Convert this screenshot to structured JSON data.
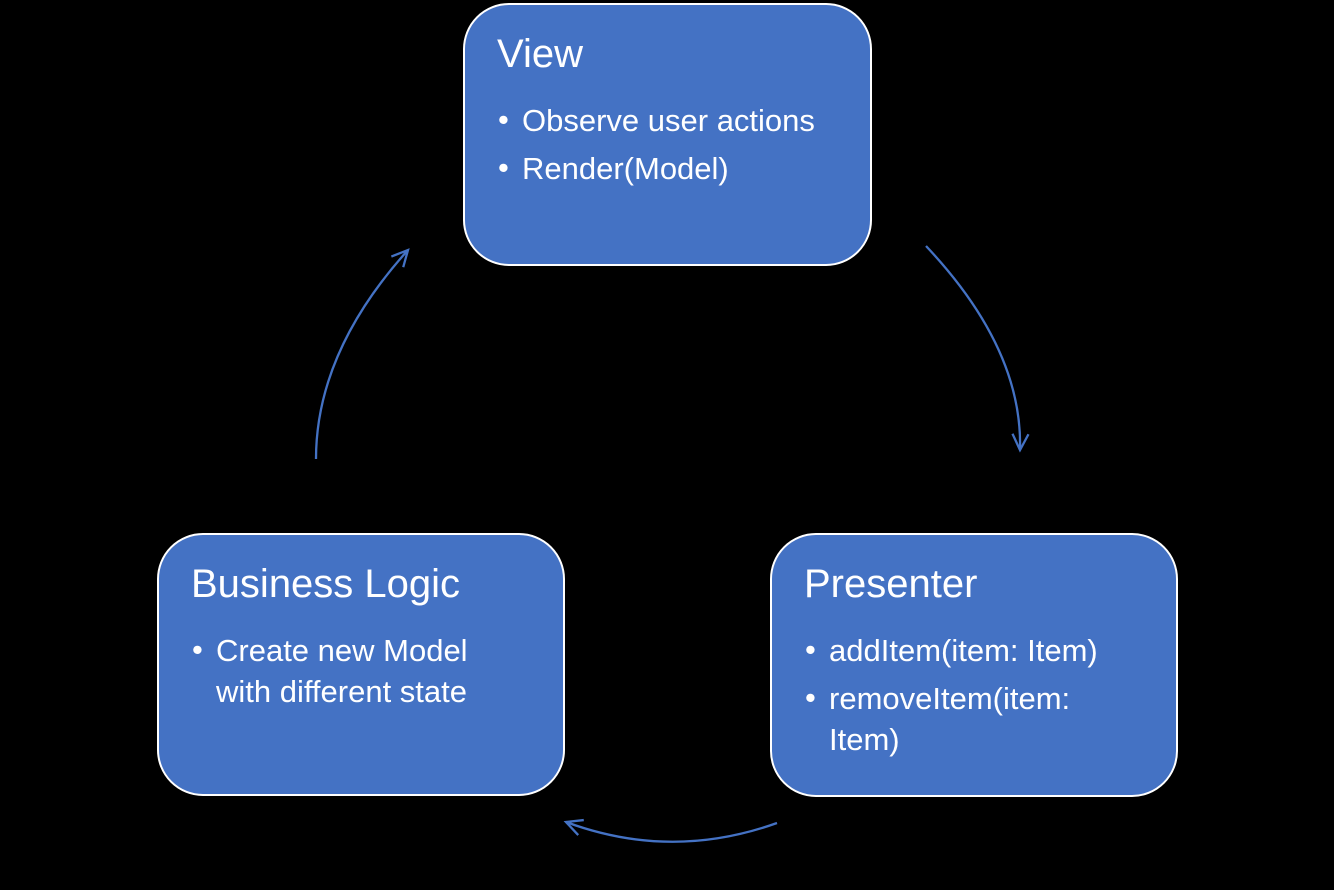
{
  "diagram": {
    "background": "#000000",
    "colors": {
      "node_fill": "#4472C4",
      "node_border": "#FFFFFF",
      "arrow": "#4472C4",
      "text": "#FFFFFF"
    },
    "nodes": [
      {
        "id": "view",
        "title": "View",
        "bullets": [
          "Observe user actions",
          "Render(Model)"
        ]
      },
      {
        "id": "presenter",
        "title": "Presenter",
        "bullets": [
          "addItem(item: Item)",
          "removeItem(item: Item)"
        ]
      },
      {
        "id": "business-logic",
        "title": "Business Logic",
        "bullets": [
          "Create new Model with different state"
        ]
      }
    ],
    "arrows": [
      {
        "name": "view-to-presenter",
        "from": "view",
        "to": "presenter"
      },
      {
        "name": "presenter-to-business-logic",
        "from": "presenter",
        "to": "business-logic"
      },
      {
        "name": "business-logic-to-view",
        "from": "business-logic",
        "to": "view"
      }
    ]
  }
}
